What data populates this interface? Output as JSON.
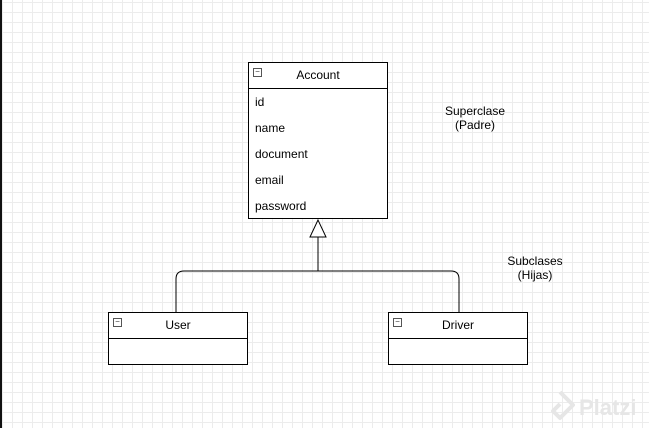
{
  "superclass": {
    "name": "Account",
    "attributes": [
      "id",
      "name",
      "document",
      "email",
      "password"
    ]
  },
  "subclasses": [
    {
      "name": "User"
    },
    {
      "name": "Driver"
    }
  ],
  "notes": {
    "superclass_line1": "Superclase",
    "superclass_line2": "(Padre)",
    "subclasses_line1": "Subclases",
    "subclasses_line2": "(Hijas)"
  },
  "watermark": {
    "text": "Platzi"
  },
  "collapse_icon_glyph": "−"
}
